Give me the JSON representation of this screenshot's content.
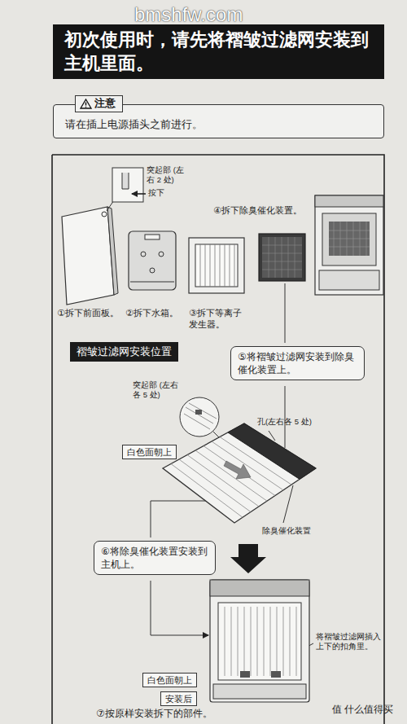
{
  "diagram": {
    "title": "初次使用时，请先将褶皱过滤网安装到主机里面。",
    "nodes": [
      {
        "text": [
          "注意",
          "请在插上电源插头之前进行。"
        ]
      },
      {
        "text": [
          "褶皱过滤网安装位置"
        ]
      },
      {
        "text": [
          "⑤将褶皱过滤网安装到除臭催化装置上。"
        ]
      },
      {
        "text": [
          "白色面朝上"
        ]
      },
      {
        "text": [
          "⑥将除臭催化装置安装到主机上。"
        ]
      },
      {
        "text": [
          "白色面朝上"
        ]
      },
      {
        "text": [
          "安装后"
        ]
      }
    ],
    "labels": [
      "bmshfw.com",
      "突起部 (左右 2 处)",
      "按下",
      "①拆下前面板。",
      "②拆下水箱。",
      "③拆下等离子发生器。",
      "④拆下除臭催化装置。",
      "突起部 (左右各 5 处)",
      "孔(左右各 5 处)",
      "除臭催化装置",
      "将褶皱过滤网插入上下的扣角里。",
      "⑦按原样安装拆下的部件。",
      "值 什么值得买"
    ]
  }
}
